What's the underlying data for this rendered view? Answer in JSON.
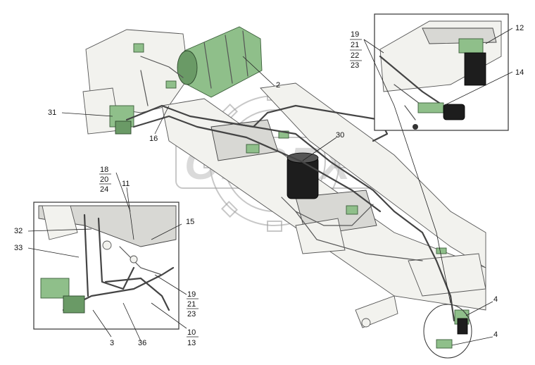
{
  "watermark": {
    "text": "ORBEX"
  },
  "callouts": {
    "c2": "2",
    "c31": "31",
    "c16": "16",
    "c30": "30",
    "c12": "12",
    "c14": "14",
    "c19a": "19",
    "c21a": "21",
    "c22": "22",
    "c23a": "23",
    "c18": "18",
    "c20": "20",
    "c24": "24",
    "c11": "11",
    "c15": "15",
    "c32": "32",
    "c33": "33",
    "c19b": "19",
    "c21b": "21",
    "c23b": "23",
    "c10": "10",
    "c13": "13",
    "c3": "3",
    "c36": "36",
    "c4a": "4",
    "c4b": "4"
  }
}
